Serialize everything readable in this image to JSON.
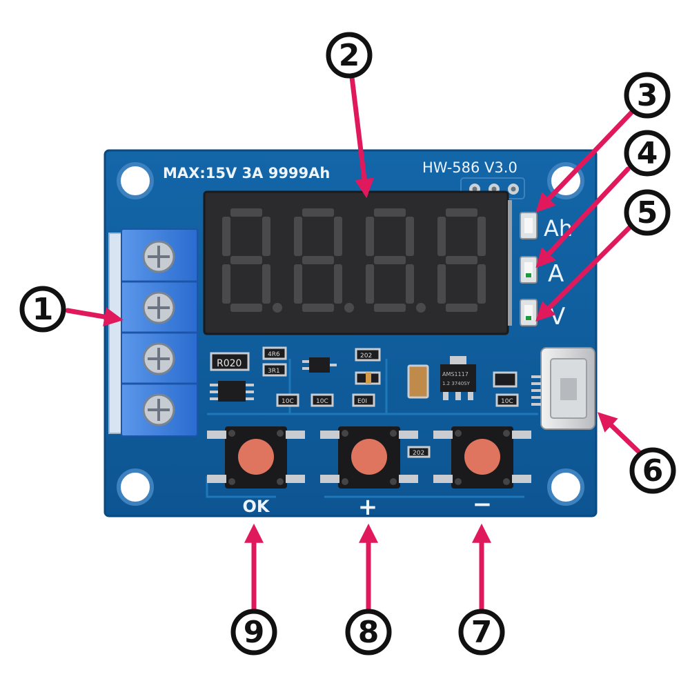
{
  "board": {
    "rating": "MAX:15V 3A 9999Ah",
    "model": "HW-586 V3.0",
    "led_labels": [
      "Ah",
      "A",
      "V"
    ],
    "button_labels": [
      "OK",
      "+",
      "−"
    ],
    "resistor_text": "R020",
    "chip_texts": [
      "AMS1117",
      "1.2 3740SY"
    ],
    "small_marks": [
      "4R6",
      "3R1",
      "202",
      "202",
      "10C",
      "10C",
      "E0I",
      "10C"
    ]
  },
  "display": {
    "digits": [
      "8.",
      "8.",
      "8.",
      "8"
    ]
  },
  "callouts": [
    "1",
    "2",
    "3",
    "4",
    "5",
    "6",
    "7",
    "8",
    "9"
  ],
  "colors": {
    "pcb": "#0f5a97",
    "pcb_edge": "#0a4a80",
    "terminal": "#2e73d6",
    "display_bg": "#2b2b2d",
    "segment": "#4a4a4c",
    "button_cap": "#e0755f",
    "arrow": "#e0195d"
  }
}
